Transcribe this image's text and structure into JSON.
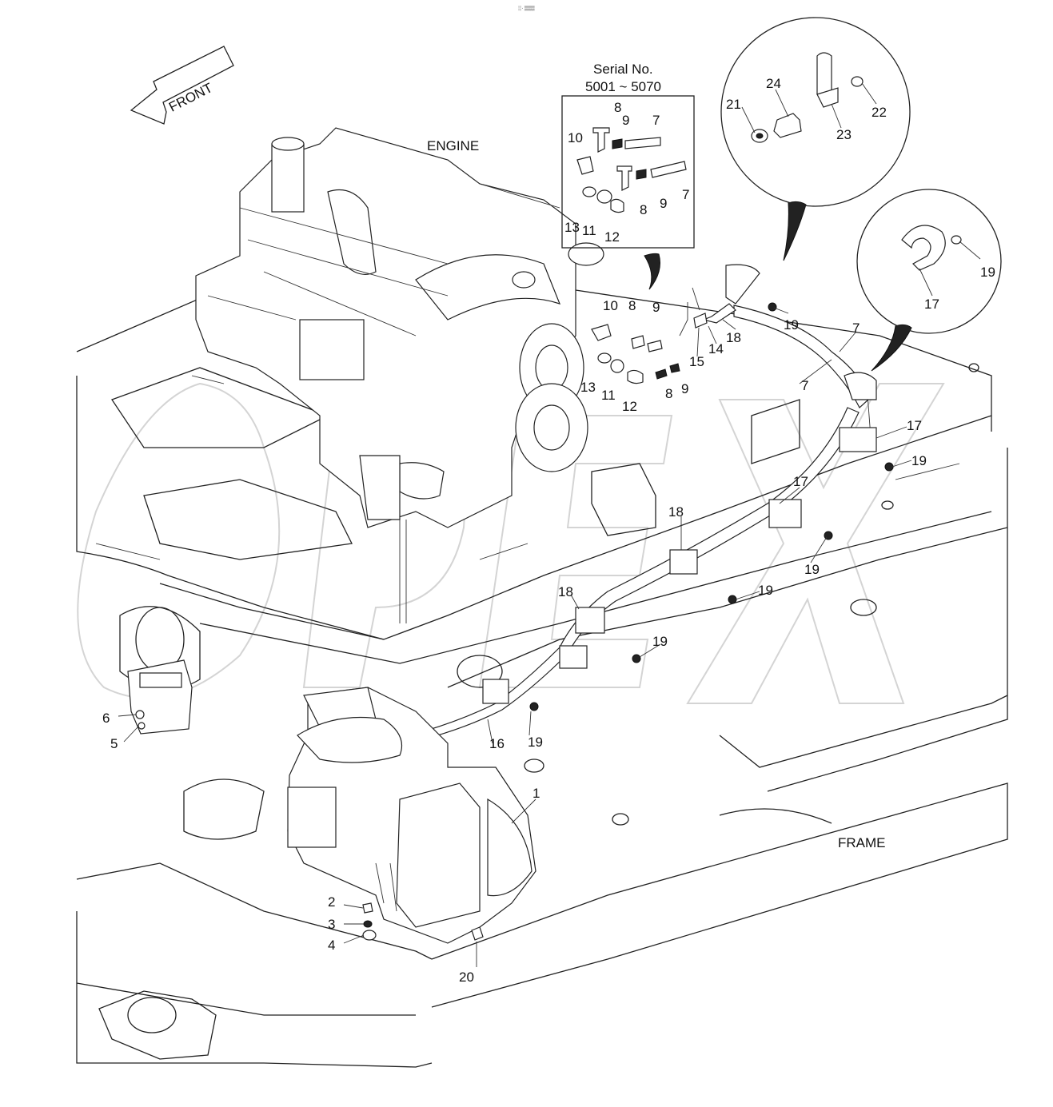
{
  "header": {
    "tiny_mark": "░· ▒▒▒"
  },
  "labels": {
    "front": "FRONT",
    "engine": "ENGINE",
    "frame": "FRAME",
    "serial_line1": "Serial No.",
    "serial_line2": "5001 ~ 5070"
  },
  "callouts": {
    "p1": "1",
    "p2": "2",
    "p3": "3",
    "p4": "4",
    "p5": "5",
    "p6": "6",
    "p7": "7",
    "p8": "8",
    "p9": "9",
    "p10": "10",
    "p11": "11",
    "p12": "12",
    "p13": "13",
    "p14": "14",
    "p15": "15",
    "p16": "16",
    "p17": "17",
    "p18": "18",
    "p19": "19",
    "p20": "20",
    "p21": "21",
    "p22": "22",
    "p23": "23",
    "p24": "24"
  },
  "watermark": {
    "text": "OPEX"
  },
  "colors": {
    "line": "#222222",
    "background": "#ffffff",
    "watermark": "#d4d4d4"
  }
}
